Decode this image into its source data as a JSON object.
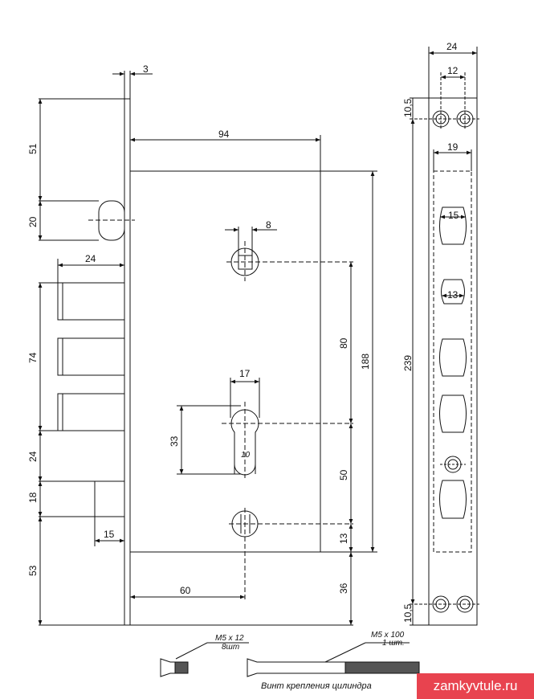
{
  "colors": {
    "line": "#111111",
    "watermark_bg": "#e8434f",
    "watermark_fg": "#ffffff"
  },
  "dims": {
    "faceplate_thickness": "3",
    "top_to_latch": "51",
    "latch_height": "20",
    "bolt_length": "24",
    "bolt_span": "74",
    "gap_bolt_to_latch2": "24",
    "latch2_height": "18",
    "latch2_throw": "15",
    "bottom_offset": "53",
    "body_width": "94",
    "spindle_square": "8",
    "spindle_to_cyl": "80",
    "body_height": "188",
    "cyl_width": "17",
    "cyl_height": "33",
    "cyl_slot": "10",
    "cyl_to_lower": "50",
    "lower_to_bottom": "13",
    "backset": "60",
    "bottom_to_edge": "36",
    "plate_width": "24",
    "hole_spacing": "12",
    "hole_offset_top": "10,5",
    "hole_offset_bottom": "10,5",
    "cutout_width": "19",
    "bolt_hole_upper": "15",
    "bolt_hole_second": "13",
    "plate_height": "239"
  },
  "screws": {
    "short_label": "M5 x 12",
    "short_qty": "8шт",
    "long_label": "M5 x 100",
    "long_qty": "1 шт.",
    "caption": "Винт крепления цилиндра"
  },
  "watermark": "zamkyvtule.ru"
}
